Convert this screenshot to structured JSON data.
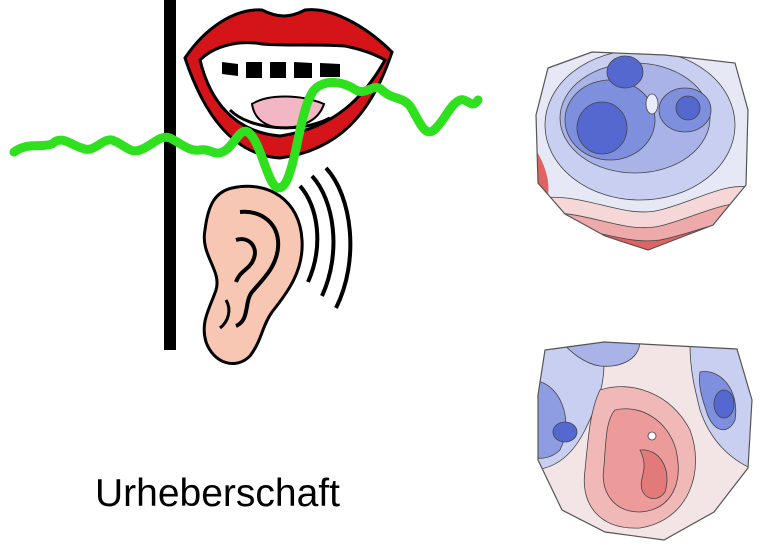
{
  "caption": "Urheberschaft",
  "icons": {
    "mouth": "mouth-icon",
    "ear": "ear-icon",
    "waveform": "speech-waveform",
    "topomap_top": "scalp-topography-map",
    "topomap_bottom": "scalp-topography-map"
  },
  "colors": {
    "waveform": "#2ee01e",
    "divider": "#000000",
    "lips": "#d5141a",
    "tongue": "#f2b6c4",
    "ear_skin": "#f7c7b4",
    "map_blue": "#3a52c8",
    "map_red": "#d71c1c",
    "map_pale": "#f4eef0"
  }
}
